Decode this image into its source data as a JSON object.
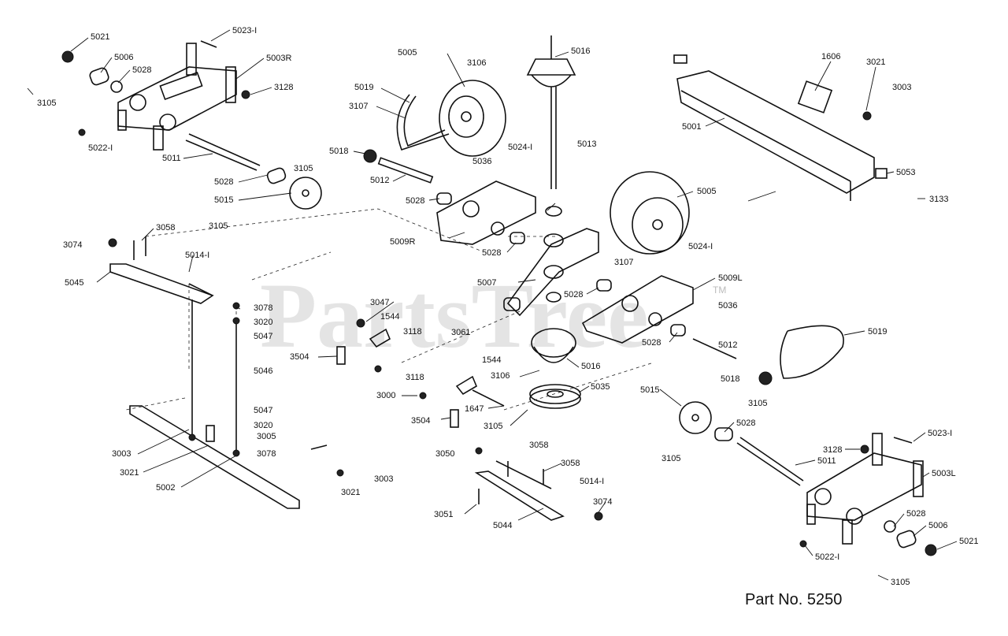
{
  "watermark": "PartsTree",
  "watermark_tm": "TM",
  "part_number": "Part No. 5250",
  "callouts": [
    "5021",
    "5006",
    "5028",
    "5023-I",
    "5003R",
    "3128",
    "3105",
    "5022-I",
    "5011",
    "5028",
    "5015",
    "3105",
    "5005",
    "3106",
    "5016",
    "5019",
    "3107",
    "5018",
    "3105",
    "5012",
    "5036",
    "5024-I",
    "5013",
    "5028",
    "5009R",
    "5028",
    "5005",
    "3107",
    "5007",
    "5028",
    "5024-I",
    "5009L",
    "5036",
    "5028",
    "5012",
    "5019",
    "5018",
    "3105",
    "1606",
    "3021",
    "3003",
    "5001",
    "5053",
    "3133",
    "3074",
    "3058",
    "5014-I",
    "5045",
    "3078",
    "3020",
    "5047",
    "5046",
    "5047",
    "3020",
    "3005",
    "3078",
    "3003",
    "3021",
    "5002",
    "3003",
    "3021",
    "3047",
    "1544",
    "3118",
    "3504",
    "3061",
    "3118",
    "1544",
    "3106",
    "5016",
    "3000",
    "1647",
    "5035",
    "3504",
    "3105",
    "3050",
    "3058",
    "3058",
    "5014-I",
    "3074",
    "3051",
    "5044",
    "5015",
    "5028",
    "3105",
    "5011",
    "3128",
    "5023-I",
    "5003L",
    "5028",
    "5006",
    "5021",
    "5022-I",
    "3105"
  ]
}
